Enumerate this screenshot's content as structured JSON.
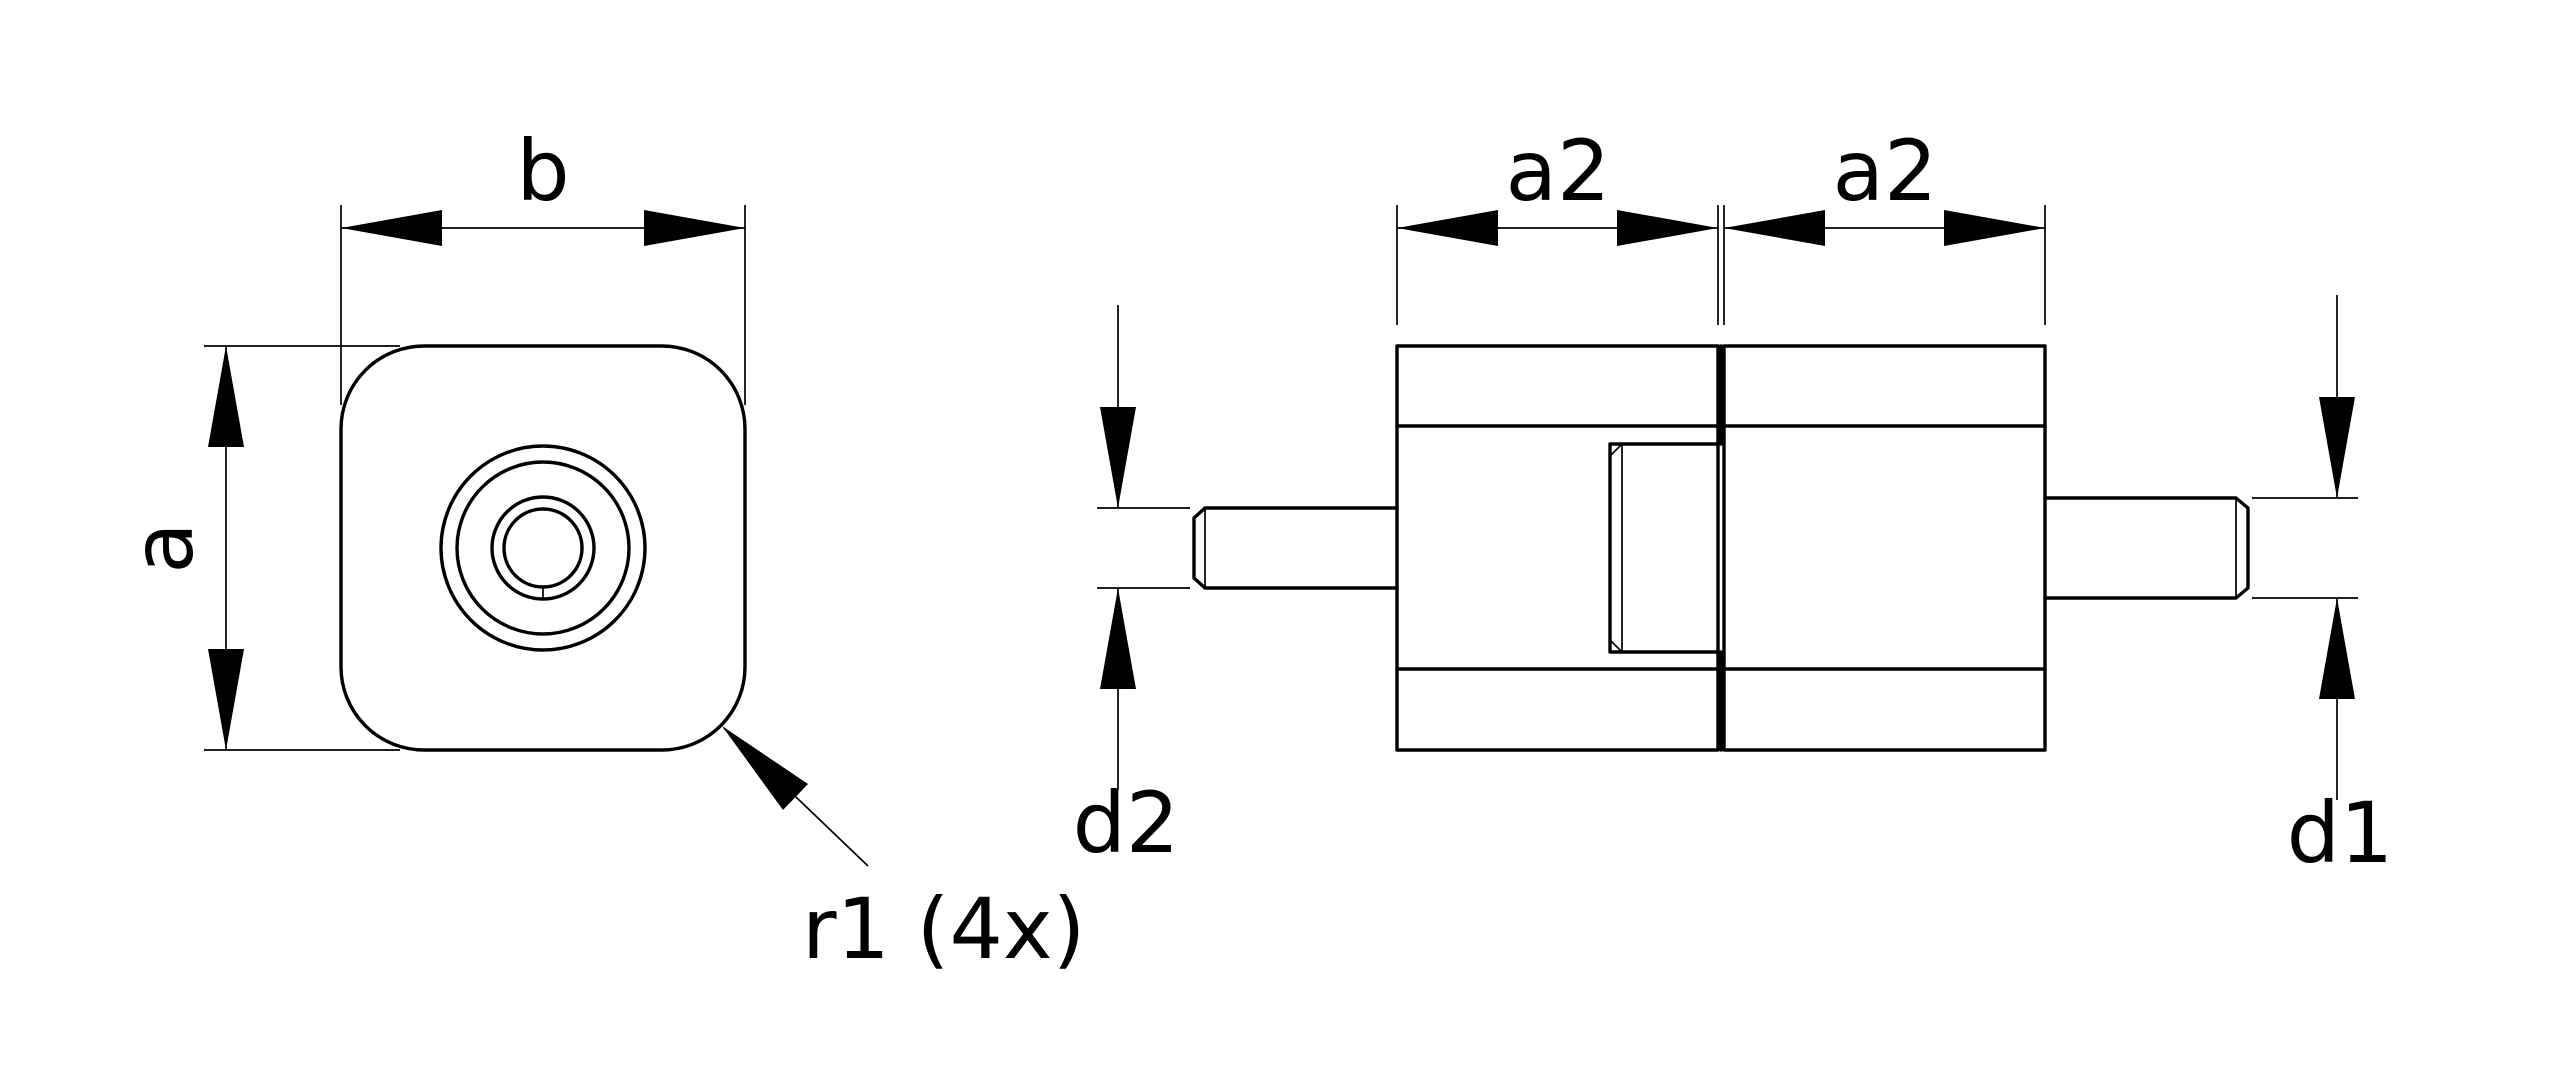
{
  "labels": {
    "width": "b",
    "height": "a",
    "radius": "r1 (4x)",
    "length_left": "a2",
    "length_right": "a2",
    "pin_left": "d2",
    "pin_right": "d1"
  }
}
